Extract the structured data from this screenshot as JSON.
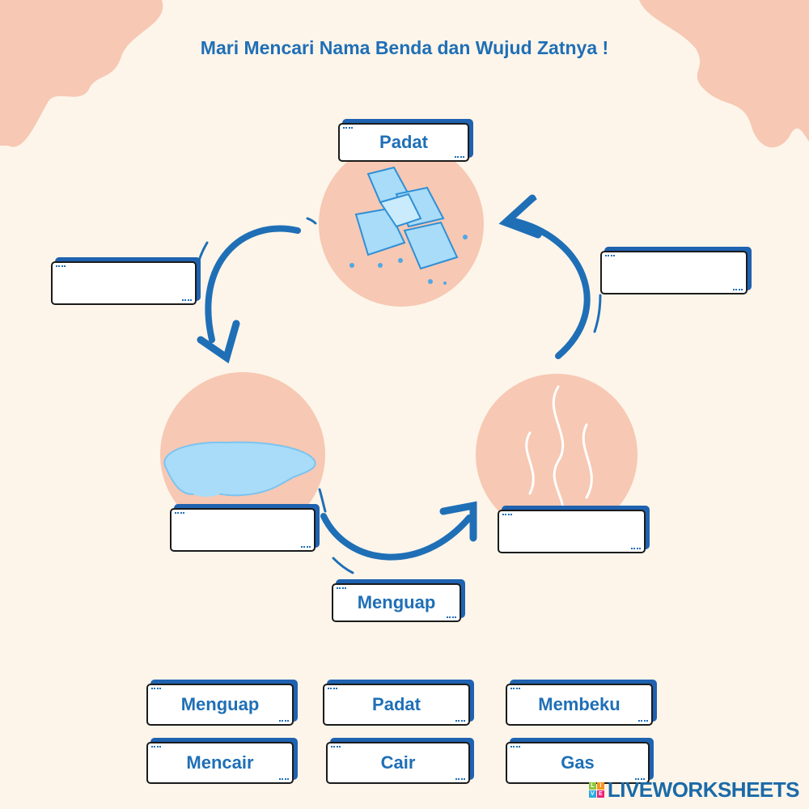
{
  "title": "Mari Mencari Nama Benda dan Wujud Zatnya !",
  "diagram": {
    "top_label": "Padat",
    "bottom_label": "Menguap",
    "blank_left": "",
    "blank_right": "",
    "blank_liquid": "",
    "blank_gas": ""
  },
  "word_bank": [
    "Menguap",
    "Padat",
    "Membeku",
    "Mencair",
    "Cair",
    "Gas"
  ],
  "brand": {
    "name": "LIVEWORKSHEETS",
    "badge": [
      "L",
      "I",
      "V",
      "E"
    ]
  },
  "colors": {
    "accent": "#1f6fb6",
    "circle": "#f7c8b3",
    "background": "#fdf5ea"
  }
}
